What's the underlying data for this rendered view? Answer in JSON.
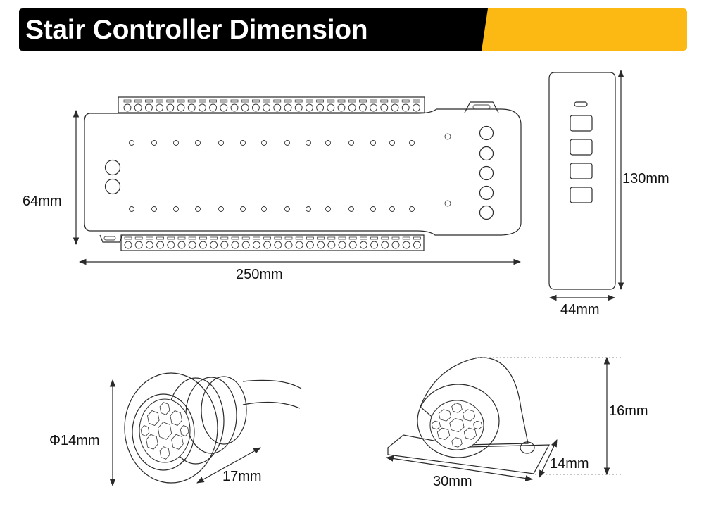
{
  "title": "Stair Controller Dimension",
  "colors": {
    "banner_dark": "#000000",
    "banner_accent": "#FDB913",
    "line": "#2a2a2a"
  },
  "controller": {
    "length_label": "250mm",
    "height_label": "64mm"
  },
  "remote": {
    "height_label": "130mm",
    "width_label": "44mm"
  },
  "round_sensor": {
    "diameter_label": "Φ14mm",
    "depth_label": "17mm"
  },
  "mount_sensor": {
    "height_label": "16mm",
    "length_label": "30mm",
    "width_label": "14mm"
  }
}
